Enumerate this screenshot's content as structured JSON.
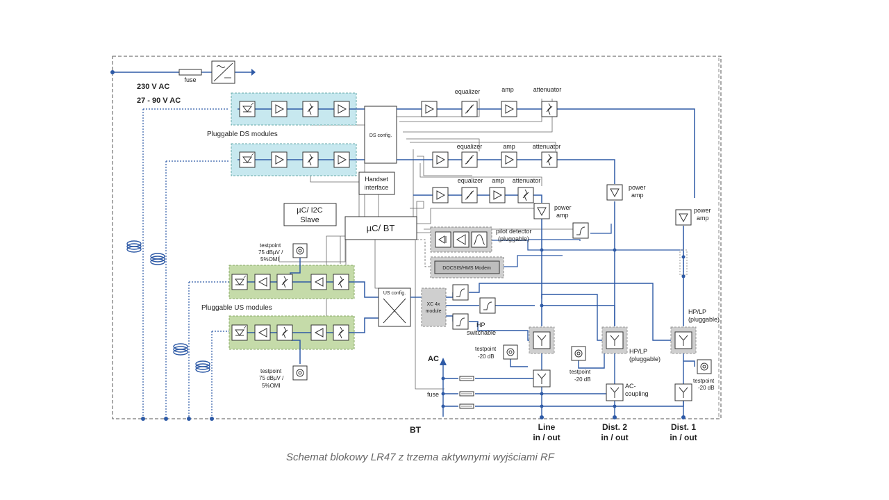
{
  "caption": "Schemat blokowy LR47 z trzema aktywnymi wyjściami RF",
  "colors": {
    "signal": "#2e5aa6",
    "control": "#555555",
    "ds_module": "#c7e8ef",
    "us_module": "#c5dba9",
    "block_gray": "#cfcfcf"
  },
  "power": {
    "ac230": "230 V AC",
    "ac27": "27 - 90 V AC",
    "fuse": "fuse",
    "icon": "power-supply-icon"
  },
  "ds": {
    "label": "Pluggable DS modules",
    "config": "DS config."
  },
  "us": {
    "label": "Pluggable US modules",
    "config": "US config."
  },
  "handset": {
    "line1": "Handset",
    "line2": "interface"
  },
  "uc_i2c": {
    "line1": "µC/ I2C",
    "line2": "Slave"
  },
  "uc_bt": "µC/ BT",
  "chain": {
    "equalizer": "equalizer",
    "amp": "amp",
    "attenuator": "attenuator"
  },
  "power_amp": {
    "line1": "power",
    "line2": "amp"
  },
  "pilot": {
    "line1": "pilot detector",
    "line2": "(pluggable)"
  },
  "modem": "DOCSIS/HMS Modem",
  "xc": {
    "line1": "XC 4x",
    "line2": "module"
  },
  "hp_switch": {
    "line1": "HP",
    "line2": "switchable"
  },
  "testpoint_us": {
    "line1": "testpoint",
    "line2": "75 dBµV /",
    "line3": "5%OMI"
  },
  "testpoint_20": {
    "line1": "testpoint",
    "line2": "-20 dB"
  },
  "hplp": {
    "line1": "HP/LP",
    "line2": "(pluggable)"
  },
  "ac_coupling": {
    "line1": "AC-",
    "line2": "coupling"
  },
  "ac": "AC",
  "bt": "BT",
  "ports": {
    "line": {
      "line1": "Line",
      "line2": "in / out"
    },
    "dist2": {
      "line1": "Dist. 2",
      "line2": "in / out"
    },
    "dist1": {
      "line1": "Dist. 1",
      "line2": "in / out"
    }
  }
}
